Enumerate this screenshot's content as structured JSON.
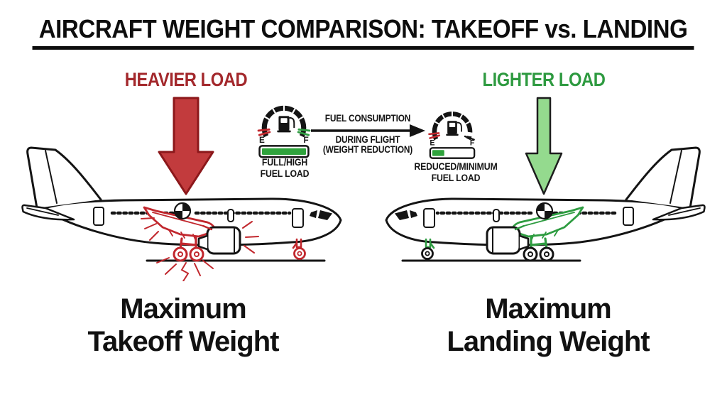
{
  "title": {
    "text": "AIRCRAFT WEIGHT COMPARISON: TAKEOFF vs. LANDING"
  },
  "sections": {
    "left": {
      "load_label": "HEAVIER LOAD",
      "weight_line1": "Maximum",
      "weight_line2": "Takeoff Weight"
    },
    "right": {
      "load_label": "LIGHTER LOAD",
      "weight_line1": "Maximum",
      "weight_line2": "Landing Weight"
    }
  },
  "fuel_flow": {
    "top_label": "FUEL CONSUMPTION",
    "mid_label": "DURING FLIGHT",
    "bottom_label": "(WEIGHT REDUCTION)"
  },
  "gauges": {
    "left": {
      "empty_label": "E",
      "full_label": "F",
      "caption_line1": "FULL/HIGH",
      "caption_line2": "FUEL LOAD",
      "fill_percent": 100
    },
    "right": {
      "empty_label": "E",
      "full_label": "F",
      "caption_line1": "REDUCED/MINIMUM",
      "caption_line2": "FUEL LOAD",
      "fill_percent": 30
    }
  },
  "colors": {
    "heavy_red": "#a3282c",
    "light_green": "#2e9a40",
    "arrow_red_fill": "#c23b3d",
    "arrow_red_border": "#8c181b",
    "arrow_green_fill": "#94da8e",
    "arrow_green_border": "#1d1d1d",
    "plane_red": "#c1272d",
    "plane_green": "#2e9c41",
    "gauge_green": "#2fa33c",
    "ink": "#141414"
  }
}
